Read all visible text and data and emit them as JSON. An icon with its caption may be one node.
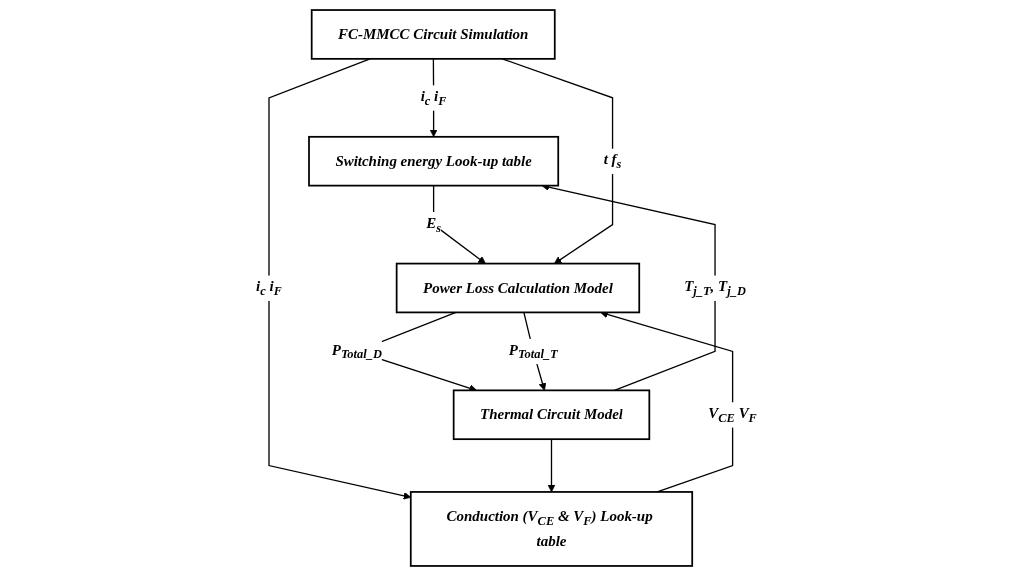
{
  "diagram": {
    "nodes": [
      {
        "text": [
          "FC-MMCC Circuit Simulation"
        ]
      },
      {
        "text": [
          "Switching energy Look-up table"
        ]
      },
      {
        "text": [
          "Conduction (V$_{CE}$ & V$_{F}$) Look-up table"
        ]
      },
      {
        "text": [
          "Power Loss Calculation Model"
        ]
      },
      {
        "text": [
          "Thermal Circuit Model"
        ]
      }
    ],
    "edges": [
      {
        "from": 0,
        "to": 1,
        "arrow": "to",
        "label": "i$_{c}$ i$_{F}$"
      },
      {
        "from": 0,
        "to": 2,
        "arrow": "to",
        "label": "i$_{c}$ i$_{F}$"
      },
      {
        "from": 4,
        "to": 1,
        "arrow": "to",
        "label": "T$_{j_T}$, T$_{j_D}$"
      },
      {
        "from": 4,
        "to": 2,
        "arrow": "to"
      },
      {
        "from": 1,
        "to": 3,
        "arrow": "to",
        "label": "E$_{s}$"
      },
      {
        "from": 2,
        "to": 3,
        "arrow": "to",
        "label": "V$_{CE}$ V$_{F}$"
      },
      {
        "from": 0,
        "to": 3,
        "arrow": "to",
        "label": "t f$_{s}$"
      },
      {
        "from": 3,
        "to": 4,
        "arrow": "to",
        "label": "P$_{Total_D}$"
      },
      {
        "from": 3,
        "to": 4,
        "arrow": "to",
        "label": "P$_{Total_T}$"
      }
    ]
  }
}
